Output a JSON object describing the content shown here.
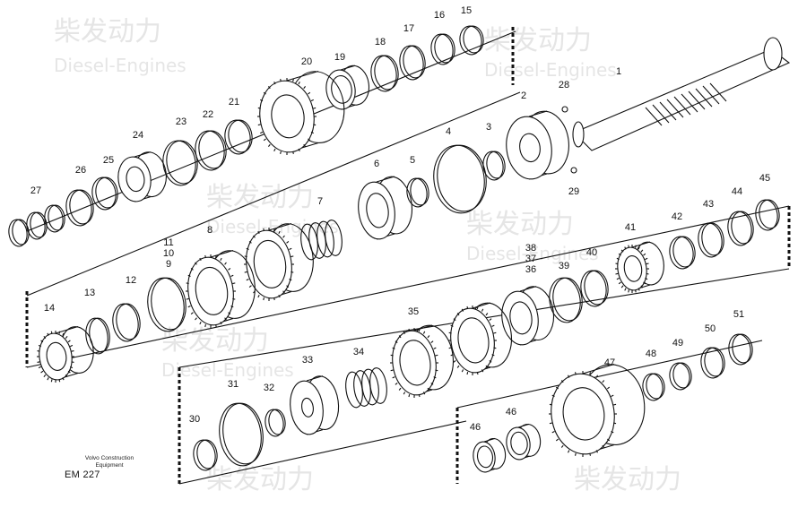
{
  "footer": {
    "company": "Volvo Construction",
    "dept": "Equipment",
    "code": "EM 227"
  },
  "watermark": {
    "brand_cn": "柴发动力",
    "brand_en": "Diesel-Engines"
  },
  "labels": [
    "1",
    "2",
    "3",
    "4",
    "5",
    "6",
    "7",
    "8",
    "9",
    "10",
    "11",
    "12",
    "13",
    "14",
    "15",
    "16",
    "17",
    "18",
    "19",
    "20",
    "21",
    "22",
    "23",
    "24",
    "25",
    "26",
    "27",
    "28",
    "29",
    "30",
    "31",
    "32",
    "33",
    "34",
    "35",
    "36",
    "37",
    "38",
    "39",
    "40",
    "41",
    "42",
    "43",
    "44",
    "45",
    "46",
    "47",
    "48",
    "49",
    "50",
    "51"
  ]
}
